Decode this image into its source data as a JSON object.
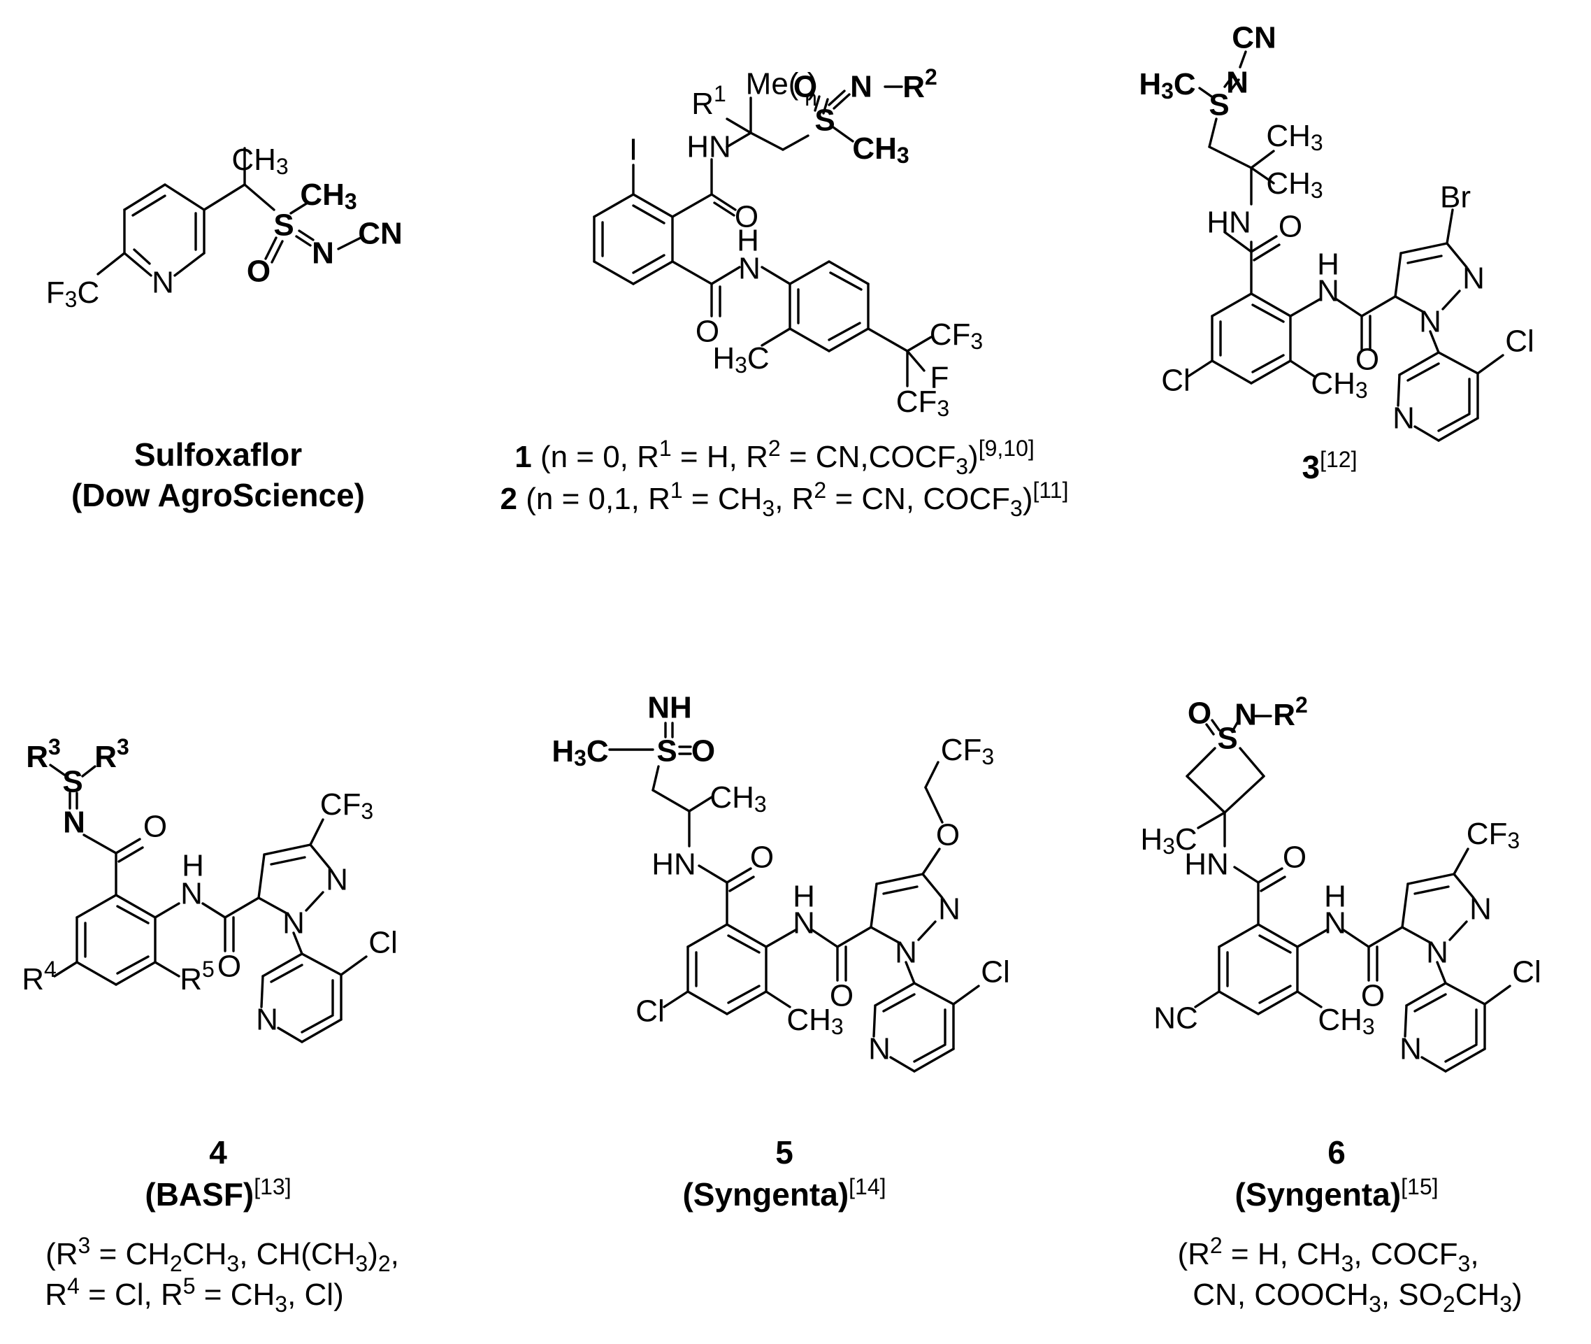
{
  "compounds": [
    {
      "id": "sulfoxaflor",
      "name": "Sulfoxaflor",
      "company": "(Dow AgroScience)"
    },
    {
      "id": "c12",
      "line1": {
        "num": "1",
        "text": " (n = 0, R",
        "s1": "1",
        "t2": " = H, R",
        "s2": "2",
        "t3": " = CN,COCF",
        "s3": "3",
        "t4": ")",
        "ref": "[9,10]"
      },
      "line2": {
        "num": "2",
        "text": " (n = 0,1, R",
        "s1": "1",
        "t2": " = CH",
        "s2": "3",
        "t3": ", R",
        "s3": "2",
        "t4": " = CN, COCF",
        "s4": "3",
        "t5": ")",
        "ref": "[11]"
      }
    },
    {
      "id": "c3",
      "num": "3",
      "ref": "[12]"
    },
    {
      "id": "c4",
      "num": "4",
      "company": "(BASF)",
      "ref": "[13]",
      "note1": {
        "a": "(R",
        "s1": "3",
        "b": " = CH",
        "s2": "2",
        "c": "CH",
        "s3": "3",
        "d": ", CH(CH",
        "s4": "3",
        "e": ")",
        "s5": "2",
        "f": ","
      },
      "note2": {
        "a": "R",
        "s1": "4",
        "b": " = Cl, R",
        "s2": "5",
        "c": " = CH",
        "s3": "3",
        "d": ", Cl)"
      }
    },
    {
      "id": "c5",
      "num": "5",
      "company": "(Syngenta)",
      "ref": "[14]"
    },
    {
      "id": "c6",
      "num": "6",
      "company": "(Syngenta)",
      "ref": "[15]",
      "note1": {
        "a": "(R",
        "s1": "2",
        "b": " = H, CH",
        "s2": "3",
        "c": ", COCF",
        "s3": "3",
        "d": ","
      },
      "note2": {
        "a": "CN, COOCH",
        "s1": "3",
        "b": ", SO",
        "s2": "2",
        "c": "CH",
        "s3": "3",
        "d": ")"
      }
    }
  ],
  "atoms": {
    "CH3": "CH",
    "sub3": "3",
    "F3C": "F",
    "CF3": "CF",
    "N": "N",
    "S": "S",
    "O": "O",
    "CN": "CN",
    "HN": "HN",
    "H": "H",
    "I": "I",
    "Cl": "Cl",
    "Br": "Br",
    "F": "F",
    "Me": "Me",
    "NH": "NH",
    "NC": "NC",
    "H3C": "H",
    "R1": "R",
    "R2": "R",
    "R3": "R",
    "R4": "R",
    "R5": "R",
    "Me_n": "Me( )",
    "n": "n"
  }
}
